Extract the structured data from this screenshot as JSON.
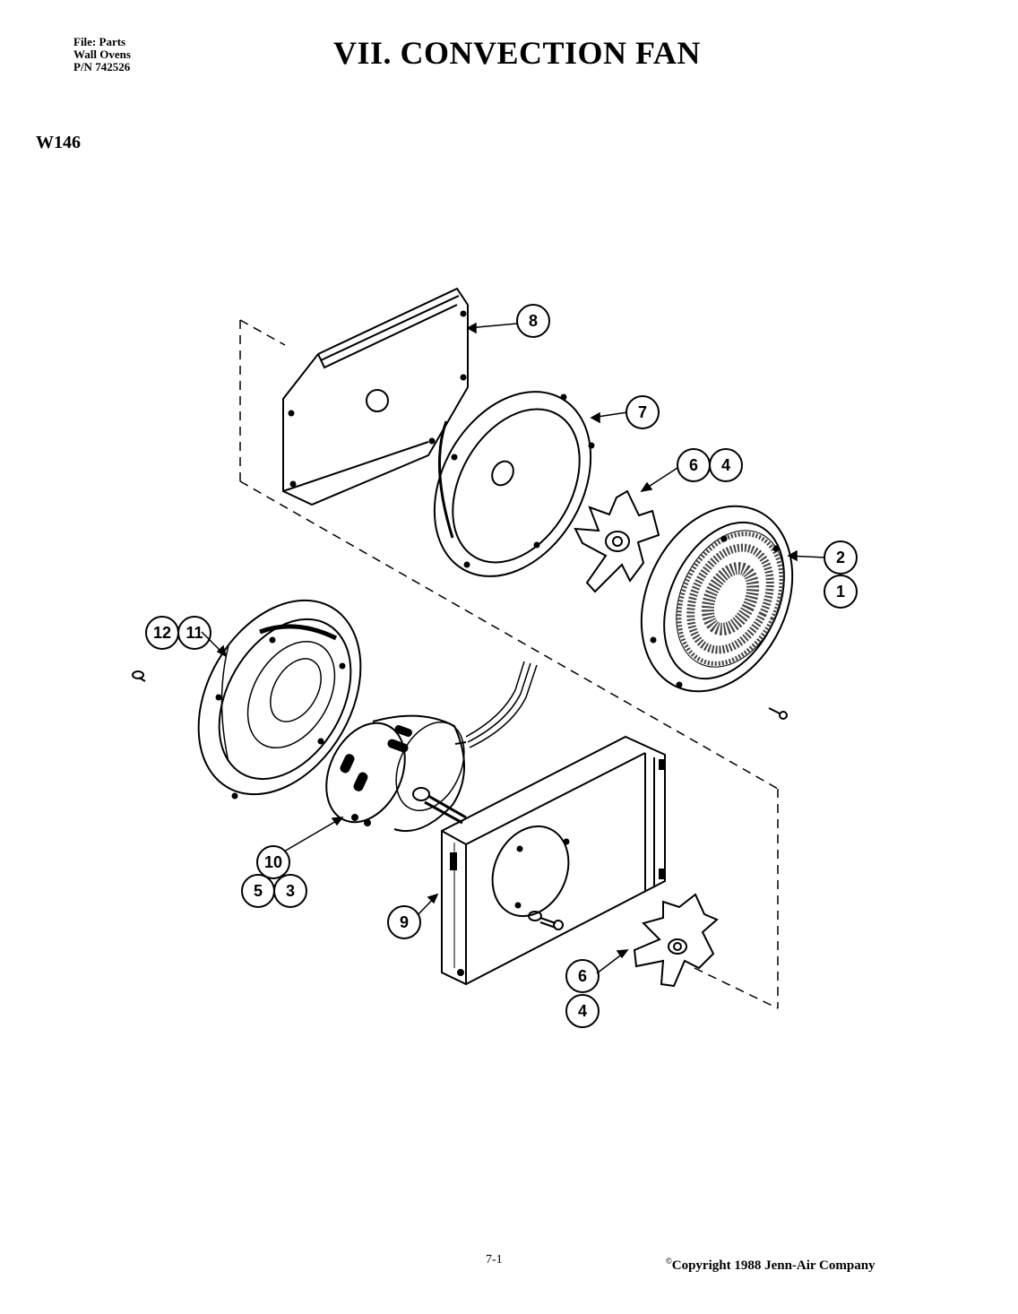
{
  "header": {
    "file_line1": "File: Parts",
    "file_line2": "Wall Ovens",
    "file_line3": "P/N 742526",
    "title": "VII. CONVECTION FAN",
    "model": "W146"
  },
  "callouts": {
    "c8": "8",
    "c7": "7",
    "c6a": "6",
    "c4a": "4",
    "c2": "2",
    "c1": "1",
    "c12": "12",
    "c11": "11",
    "c10": "10",
    "c5": "5",
    "c3": "3",
    "c9": "9",
    "c6b": "6",
    "c4b": "4"
  },
  "footer": {
    "page": "7-1",
    "copyright": "Copyright 1988 Jenn-Air Company"
  }
}
